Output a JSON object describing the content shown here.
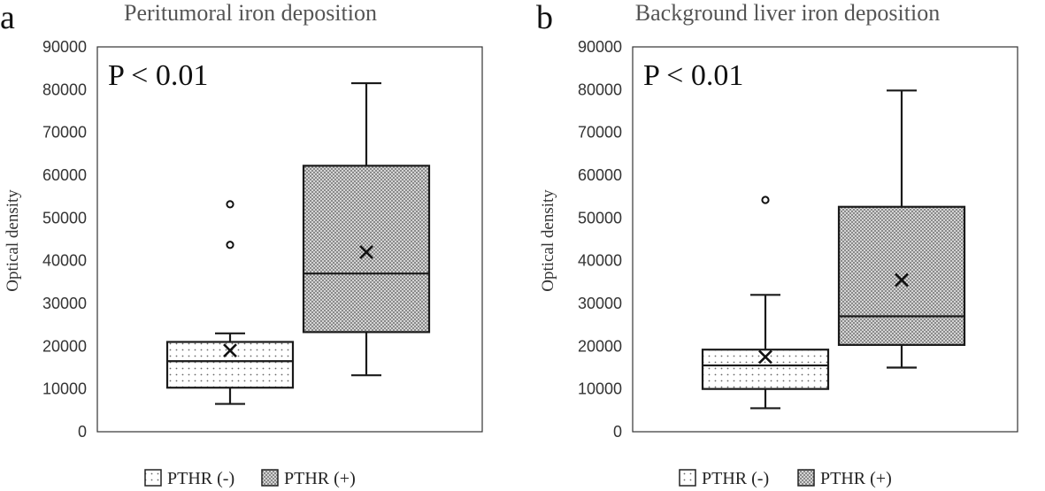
{
  "chart_data": [
    {
      "type": "box",
      "panel_label": "a",
      "title": "Peritumoral iron deposition",
      "ylabel": "Optical density",
      "ylim": [
        0,
        90000
      ],
      "yticks": [
        "0",
        "10000",
        "20000",
        "30000",
        "40000",
        "50000",
        "60000",
        "70000",
        "80000",
        "90000"
      ],
      "annotation": "P < 0.01",
      "legend_position": "bottom",
      "series": [
        {
          "name": "PTHR (-)",
          "pattern": "dots",
          "min": 6500,
          "q1": 10300,
          "median": 16500,
          "q3": 21000,
          "max": 23000,
          "mean": 19000,
          "outliers": [
            43700,
            53200
          ]
        },
        {
          "name": "PTHR (+)",
          "pattern": "crosshatch",
          "min": 13200,
          "q1": 23300,
          "median": 37000,
          "q3": 62200,
          "max": 81500,
          "mean": 42000,
          "outliers": []
        }
      ]
    },
    {
      "type": "box",
      "panel_label": "b",
      "title": "Background liver iron deposition",
      "ylabel": "Optical density",
      "ylim": [
        0,
        90000
      ],
      "yticks": [
        "0",
        "10000",
        "20000",
        "30000",
        "40000",
        "50000",
        "60000",
        "70000",
        "80000",
        "90000"
      ],
      "annotation": "P < 0.01",
      "legend_position": "bottom",
      "series": [
        {
          "name": "PTHR (-)",
          "pattern": "dots",
          "min": 5500,
          "q1": 10000,
          "median": 15500,
          "q3": 19200,
          "max": 32000,
          "mean": 17500,
          "outliers": [
            54200
          ]
        },
        {
          "name": "PTHR (+)",
          "pattern": "crosshatch",
          "min": 15000,
          "q1": 20300,
          "median": 27000,
          "q3": 52600,
          "max": 79800,
          "mean": 35500,
          "outliers": []
        }
      ]
    }
  ]
}
